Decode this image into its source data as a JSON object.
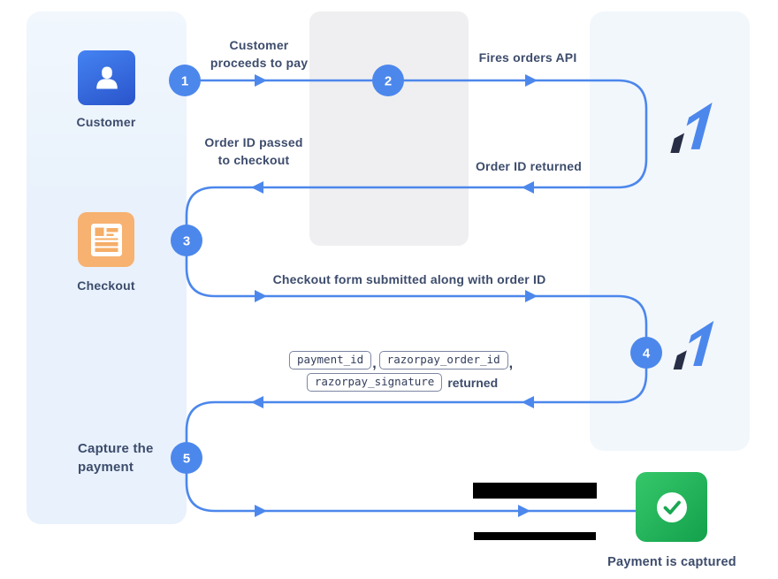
{
  "diagram": {
    "kind": "payment-flow",
    "colors": {
      "flow_blue": "#4C87EC",
      "panel_left_blue": "#EAF2FC",
      "panel_mid_gray": "#EFEFF1",
      "panel_right_blue": "#F2F7FC",
      "text_dark": "#3D4C6C",
      "logo_blue": "#4C87EC",
      "logo_navy": "#272E46",
      "success_green_light": "#36C76A",
      "success_green_dark": "#13A14C",
      "customer_icon_blue": "#2F5FD6",
      "checkout_icon_orange": "#F7B170",
      "redaction_black": "#000000"
    },
    "steps": [
      "1",
      "2",
      "3",
      "4",
      "5"
    ],
    "actors": {
      "customer": "Customer",
      "checkout": "Checkout",
      "capture": [
        "Capture the",
        "payment"
      ],
      "payment_captured": "Payment is captured"
    },
    "labels": {
      "step1": [
        "Customer",
        "proceeds to pay"
      ],
      "step2": "Fires orders API",
      "order_passed": [
        "Order ID passed",
        "to checkout"
      ],
      "order_returned": "Order ID returned",
      "checkout_submitted": "Checkout form submitted along with order ID",
      "returned": "returned",
      "comma": ","
    },
    "code_badges": [
      "payment_id",
      "razorpay_order_id",
      "razorpay_signature"
    ]
  }
}
